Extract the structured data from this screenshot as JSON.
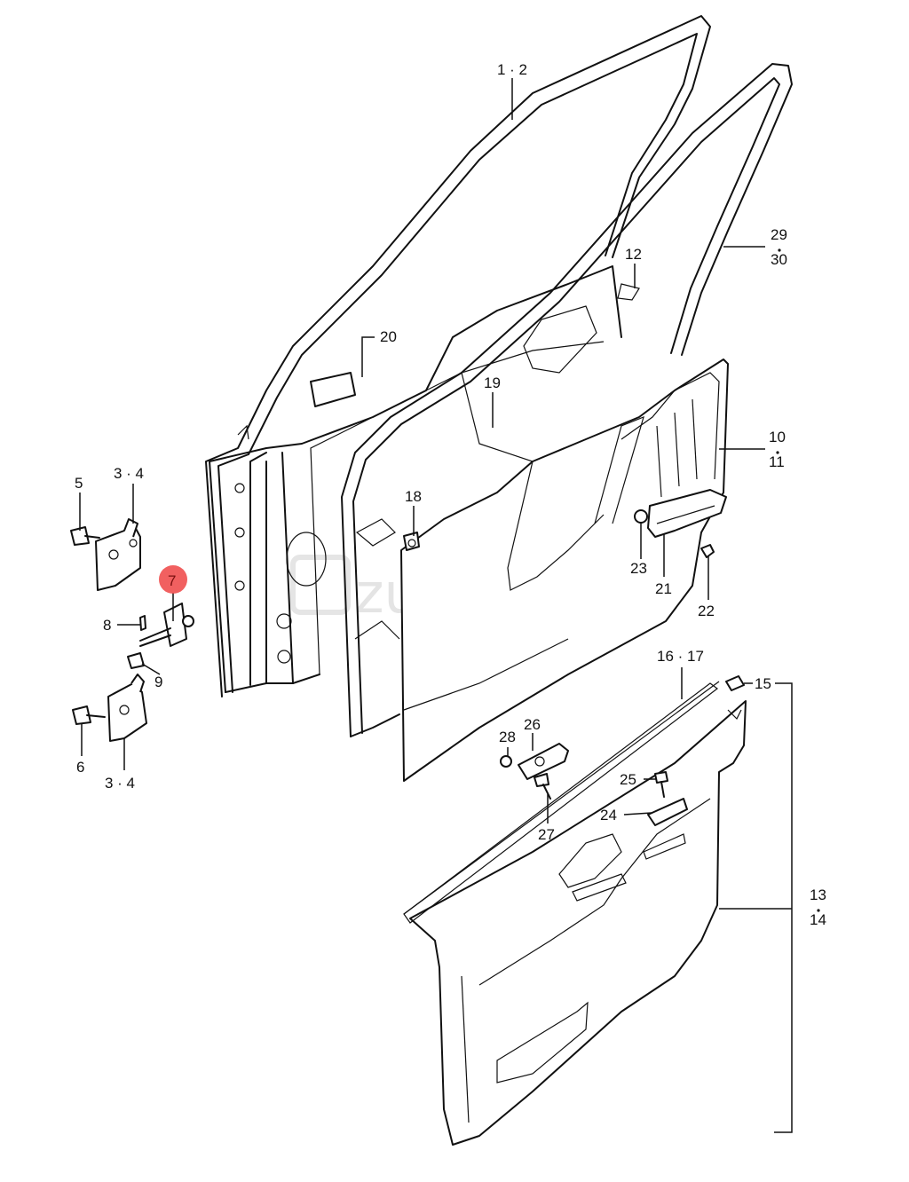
{
  "watermark": "zuki4x4.hu",
  "highlight": {
    "label": "7",
    "color": "#ef4444"
  },
  "labels": {
    "l_1_2": "1 · 2",
    "l_29": "29",
    "l_30": "30",
    "l_12": "12",
    "l_20": "20",
    "l_19": "19",
    "l_10": "10",
    "l_11": "11",
    "l_5": "5",
    "l_3_4_top": "3 · 4",
    "l_18": "18",
    "l_8": "8",
    "l_9": "9",
    "l_23": "23",
    "l_21": "21",
    "l_22": "22",
    "l_6": "6",
    "l_3_4_bottom": "3 · 4",
    "l_16_17": "16 · 17",
    "l_15": "15",
    "l_28": "28",
    "l_26": "26",
    "l_25": "25",
    "l_24": "24",
    "l_27": "27",
    "l_13": "13",
    "l_14": "14"
  }
}
